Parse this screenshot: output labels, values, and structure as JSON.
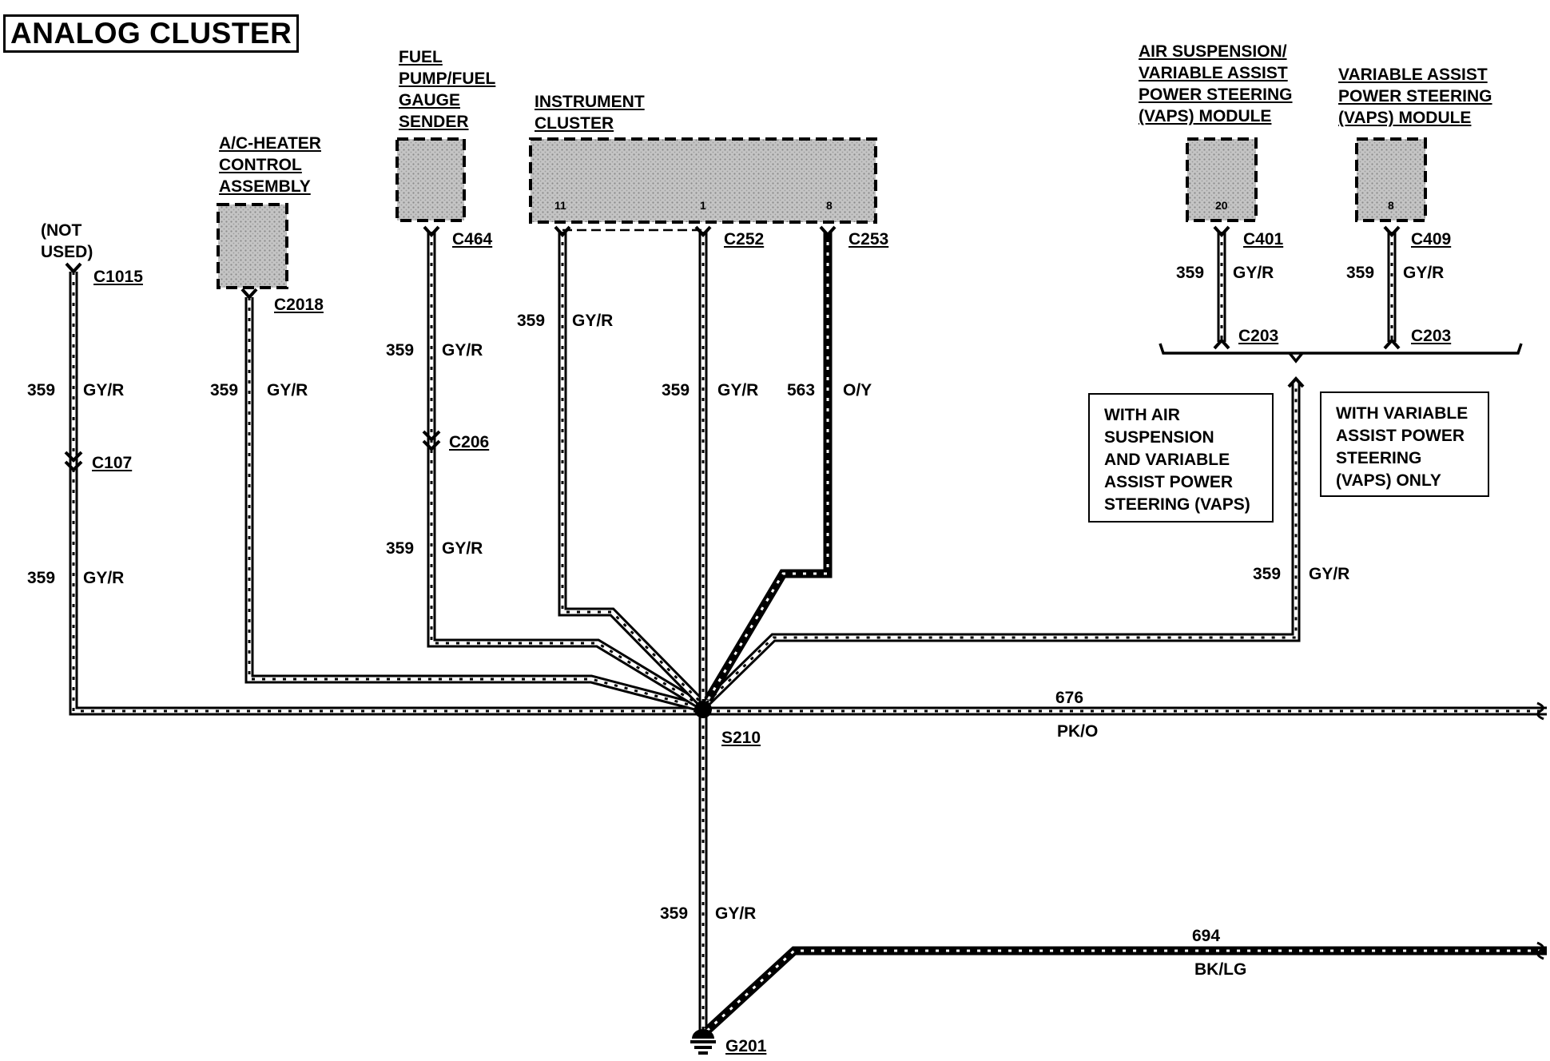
{
  "title": "ANALOG CLUSTER",
  "components": {
    "ac_heater": "A/C-HEATER\nCONTROL\nASSEMBLY",
    "fuel_pump": "FUEL\nPUMP/FUEL\nGAUGE\nSENDER",
    "instrument_cluster": "INSTRUMENT\nCLUSTER",
    "air_suspension_vaps": "AIR SUSPENSION/\nVARIABLE ASSIST\nPOWER STEERING\n(VAPS) MODULE",
    "vaps_module": "VARIABLE ASSIST\nPOWER STEERING\n(VAPS) MODULE",
    "not_used": "(NOT\nUSED)"
  },
  "pins": {
    "cluster_11": "11",
    "cluster_1": "1",
    "cluster_8": "8",
    "air_susp_20": "20",
    "vaps_8": "8"
  },
  "connectors": {
    "c1015": "C1015",
    "c107": "C107",
    "c2018": "C2018",
    "c464": "C464",
    "c206": "C206",
    "c252": "C252",
    "c253": "C253",
    "c401": "C401",
    "c409": "C409",
    "c203_a": "C203",
    "c203_b": "C203",
    "s210": "S210",
    "g201": "G201"
  },
  "wires": {
    "circuit_359": "359",
    "color_gyr": "GY/R",
    "circuit_563": "563",
    "color_oy": "O/Y",
    "circuit_676": "676",
    "color_pko": "PK/O",
    "circuit_694": "694",
    "color_bklg": "BK/LG"
  },
  "notes": {
    "both": "WITH AIR\nSUSPENSION\nAND VARIABLE\nASSIST POWER\nSTEERING (VAPS)",
    "vaps_only": "WITH VARIABLE\nASSIST POWER\nSTEERING\n(VAPS) ONLY"
  },
  "colors": {
    "wire_outline": "#000000",
    "wire_fill": "#ffffff",
    "ground_wire": "#000000",
    "component_fill": "#b9b9b9"
  }
}
